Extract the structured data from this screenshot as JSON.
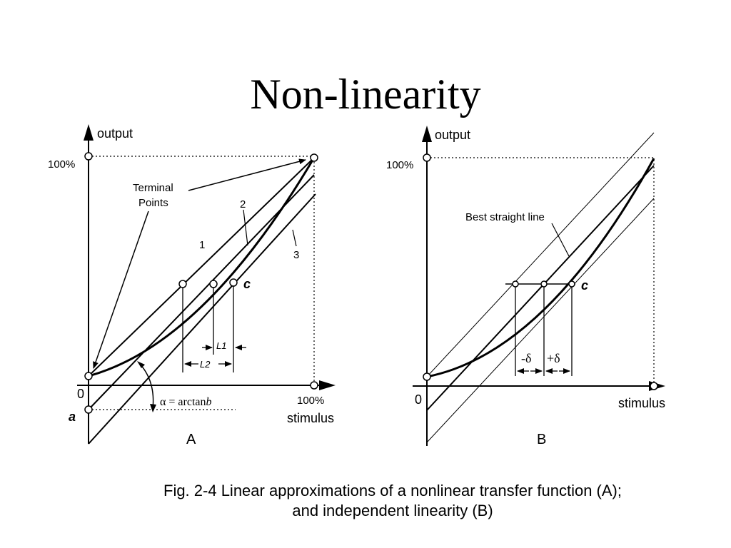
{
  "slide": {
    "title": "Non-linearity"
  },
  "panel_a": {
    "y_axis": "output",
    "x_axis": "stimulus",
    "y_100": "100%",
    "x_100": "100%",
    "origin": "0",
    "intercept": "a",
    "terminal_points": [
      "Terminal",
      "Points"
    ],
    "line_1": "1",
    "line_2": "2",
    "line_3": "3",
    "point_c": "c",
    "l1": "L1",
    "l2": "L2",
    "alpha_label": "α = arctan",
    "alpha_b": "b",
    "panel_letter": "A"
  },
  "panel_b": {
    "y_axis": "output",
    "x_axis": "stimulus",
    "y_100": "100%",
    "origin": "0",
    "best_line": "Best straight line",
    "point_c": "c",
    "minus_delta": "-δ",
    "plus_delta": "+δ",
    "panel_letter": "B"
  },
  "caption": {
    "line1": "Fig. 2-4 Linear approximations of a nonlinear transfer function (A);",
    "line2": "and independent linearity (B)"
  }
}
